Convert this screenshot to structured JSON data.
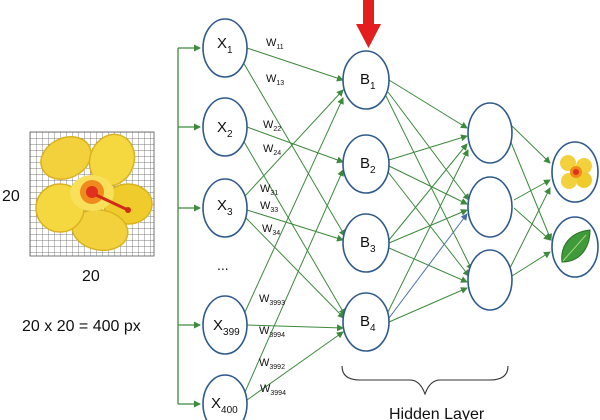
{
  "image": {
    "label_left": "20",
    "label_bottom": "20",
    "pixel_caption": "20 x 20 = 400 px"
  },
  "inputs": [
    {
      "base": "X",
      "sub": "1"
    },
    {
      "base": "X",
      "sub": "2"
    },
    {
      "base": "X",
      "sub": "3"
    },
    {
      "base": "X",
      "sub": "399"
    },
    {
      "base": "X",
      "sub": "400"
    }
  ],
  "input_ellipsis": "...",
  "hidden": [
    {
      "base": "B",
      "sub": "1"
    },
    {
      "base": "B",
      "sub": "2"
    },
    {
      "base": "B",
      "sub": "3"
    },
    {
      "base": "B",
      "sub": "4"
    }
  ],
  "weights": [
    {
      "base": "W",
      "sub": "11"
    },
    {
      "base": "W",
      "sub": "13"
    },
    {
      "base": "W",
      "sub": "22"
    },
    {
      "base": "W",
      "sub": "24"
    },
    {
      "base": "W",
      "sub": "31"
    },
    {
      "base": "W",
      "sub": "33"
    },
    {
      "base": "W",
      "sub": "34"
    },
    {
      "base": "W",
      "sub": "3993"
    },
    {
      "base": "W",
      "sub": "3994"
    },
    {
      "base": "W",
      "sub": "3992"
    },
    {
      "base": "W",
      "sub": "3994"
    }
  ],
  "hidden_layer_label": "Hidden Layer",
  "outputs": [
    "flower-icon",
    "leaf-icon"
  ],
  "colors": {
    "node_stroke": "#2e5a8c",
    "edge": "#3d8a3d",
    "arrow": "#e41e1e",
    "grid": "#555555"
  }
}
